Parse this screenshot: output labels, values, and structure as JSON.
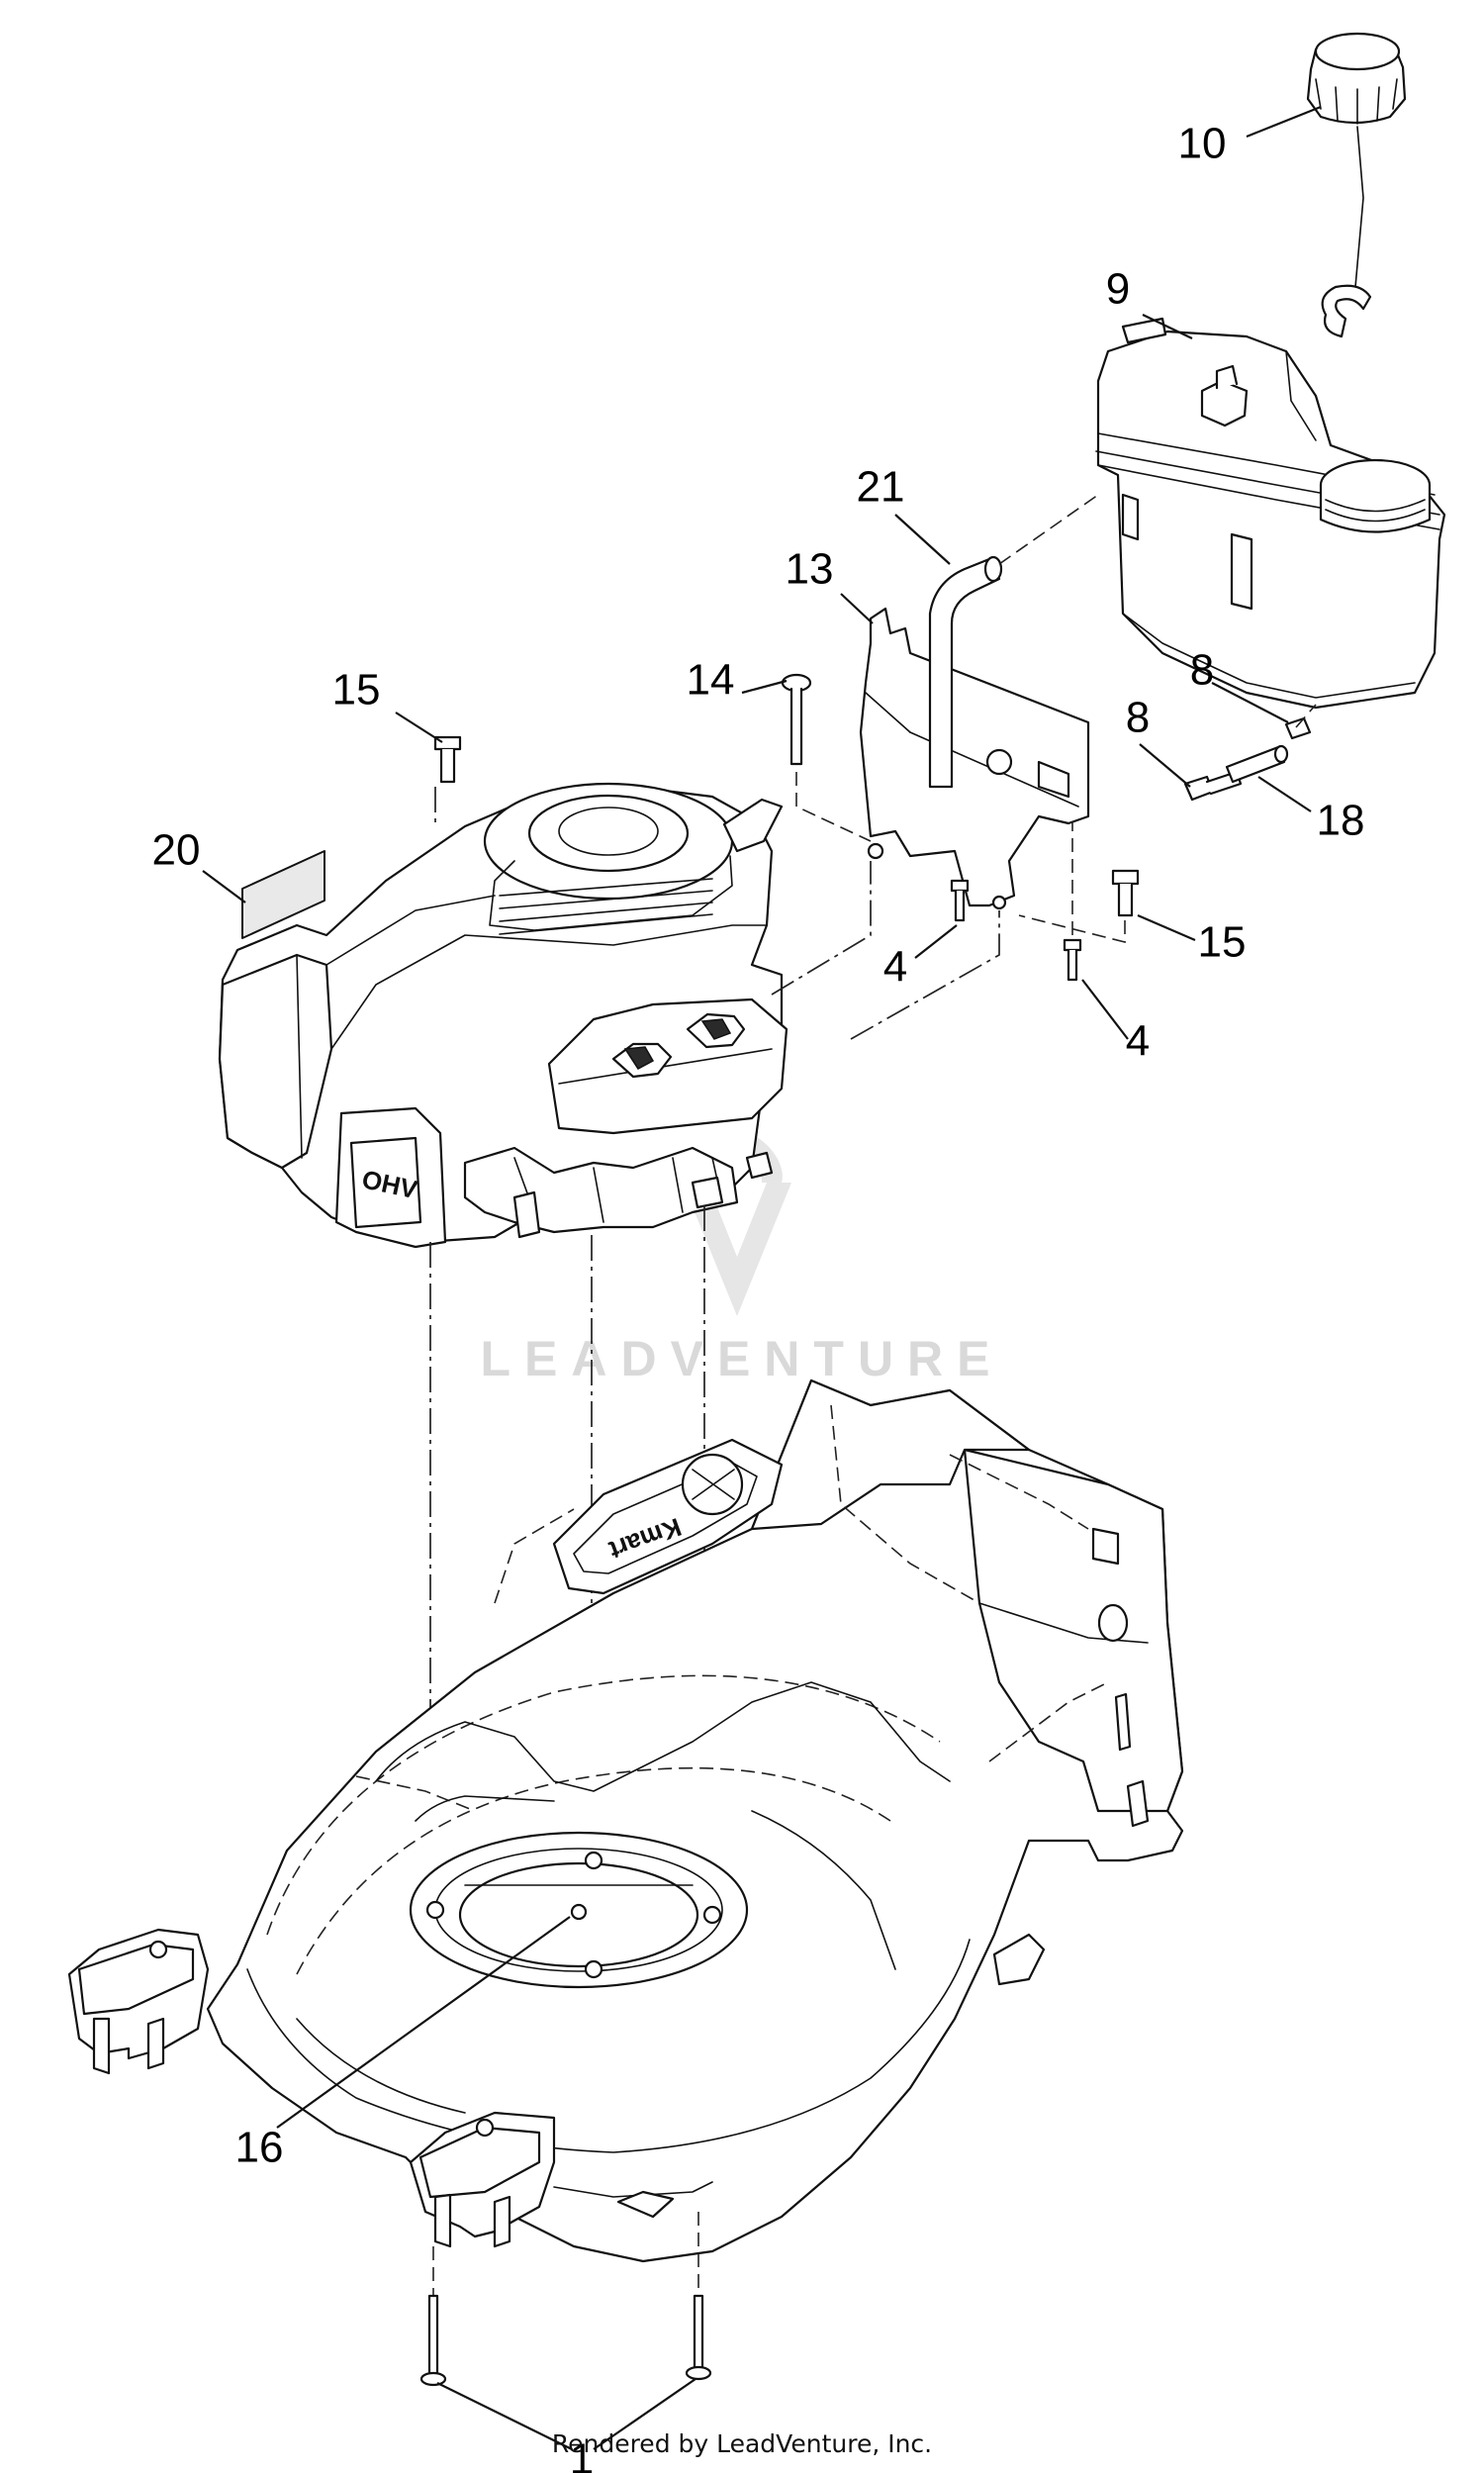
{
  "callouts": [
    {
      "label": "10"
    },
    {
      "label": "9"
    },
    {
      "label": "21"
    },
    {
      "label": "13"
    },
    {
      "label": "14"
    },
    {
      "label": "15"
    },
    {
      "label": "8"
    },
    {
      "label": "8"
    },
    {
      "label": "18"
    },
    {
      "label": "20"
    },
    {
      "label": "15"
    },
    {
      "label": "4"
    },
    {
      "label": "4"
    },
    {
      "label": "16"
    },
    {
      "label": "1"
    }
  ],
  "engine_badge": "OHV",
  "deck_logo": "Kmart",
  "watermark": "LEADVENTURE",
  "footer": "Rendered by LeadVenture, Inc."
}
